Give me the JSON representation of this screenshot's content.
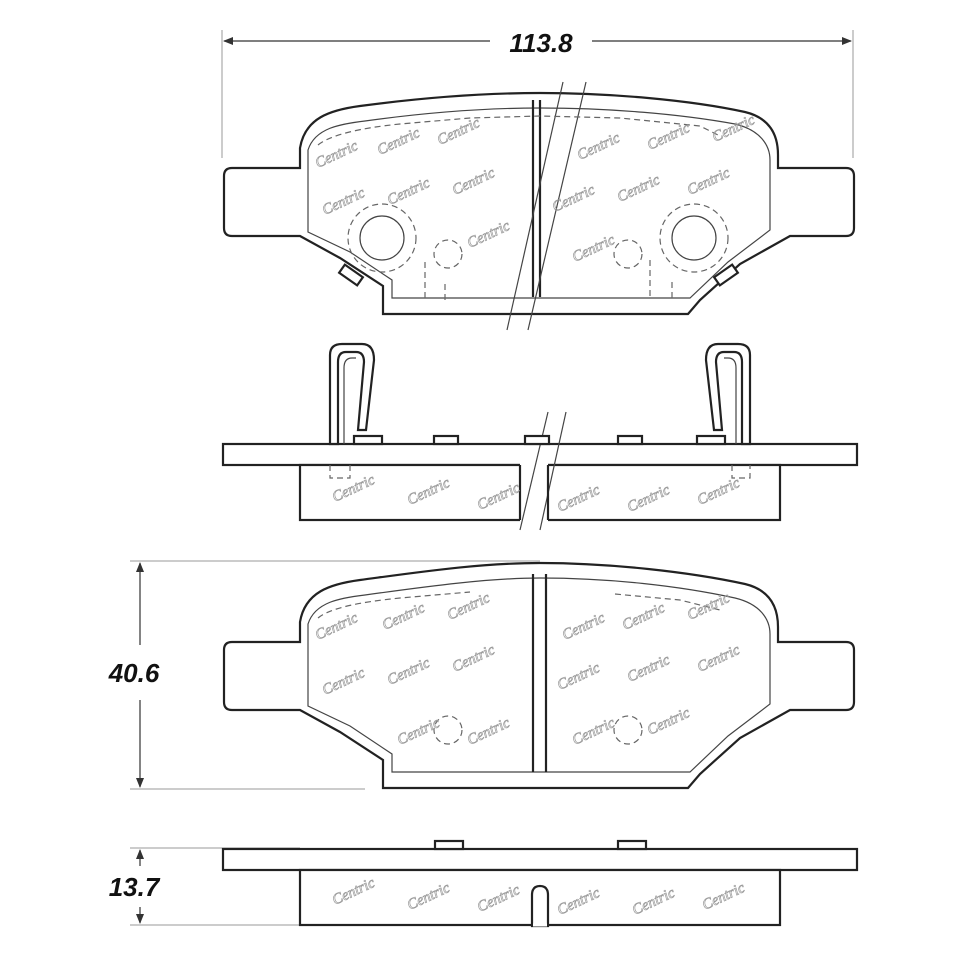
{
  "dimensions": {
    "width": "113.8",
    "height": "40.6",
    "thickness": "13.7"
  },
  "watermark_text": "Centric"
}
